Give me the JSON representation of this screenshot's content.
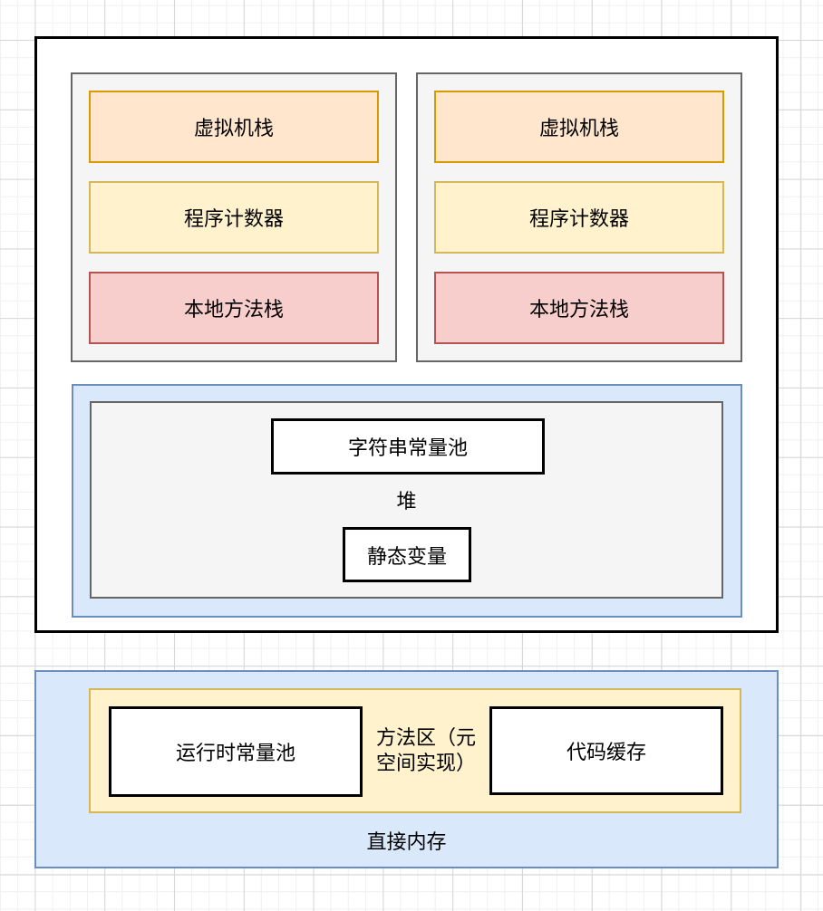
{
  "colors": {
    "orange_fill": "#FFE6CC",
    "orange_stroke": "#D79B00",
    "yellow_fill": "#FFF2CC",
    "yellow_stroke": "#D6B656",
    "red_fill": "#F8CECC",
    "red_stroke": "#B85450",
    "blue_fill": "#DAE8FC",
    "blue_stroke": "#6C8EBF",
    "gray_fill": "#F5F5F5",
    "gray_stroke": "#666666",
    "white_fill": "#FFFFFF",
    "black_stroke": "#000000",
    "grid_minor": "#F0F0F0",
    "grid_major": "#D6D6D6"
  },
  "runtime_area": {
    "threads": [
      {
        "vm_stack": "虚拟机栈",
        "program_counter": "程序计数器",
        "native_method_stack": "本地方法栈"
      },
      {
        "vm_stack": "虚拟机栈",
        "program_counter": "程序计数器",
        "native_method_stack": "本地方法栈"
      }
    ],
    "heap": {
      "label": "堆",
      "string_constant_pool": "字符串常量池",
      "static_variables": "静态变量"
    }
  },
  "direct_memory": {
    "label": "直接内存",
    "method_area": {
      "label": "方法区（元空间实现）",
      "runtime_constant_pool": "运行时常量池",
      "code_cache": "代码缓存"
    }
  }
}
